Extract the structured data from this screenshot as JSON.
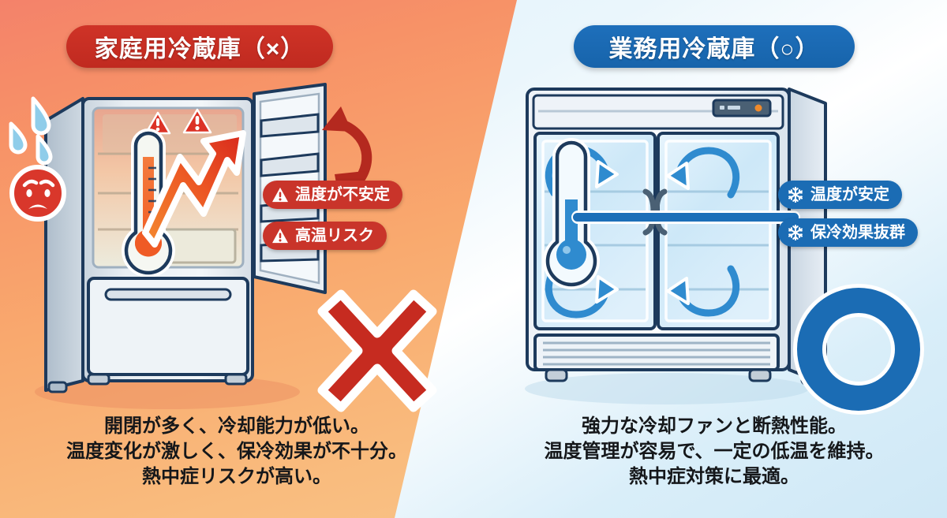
{
  "page": {
    "title_left": "家庭用冷蔵庫（×）",
    "title_right": "業務用冷蔵庫（○）"
  },
  "colors": {
    "left_accent": "#c9342a",
    "right_accent": "#1b6cb4",
    "left_bg_start": "#f4826a",
    "left_bg_end": "#f8c98e",
    "right_bg_start": "#dff0fa",
    "right_bg_end": "#cfe8f6",
    "mark_x": "#c62b20",
    "mark_o": "#1b6cb4",
    "thermo_hot": "#ef5b25",
    "thermo_cold": "#2a8fd4",
    "fridge_outline": "#1d3a5c",
    "fridge_body": "#dfe6ec"
  },
  "left_panel": {
    "badge_label": "家庭用冷蔵庫（×）",
    "verdict_icon": "x-mark-icon",
    "mood_icon": "sad-face-icon",
    "sweat_icon": "sweat-drop-icon",
    "pills": [
      {
        "icon": "warning-triangle-icon",
        "label": "温度が不安定"
      },
      {
        "icon": "warning-triangle-icon",
        "label": "高温リスク"
      }
    ],
    "illustration": {
      "name": "home-refrigerator-illustration",
      "thermometer_icon": "thermometer-rising-icon",
      "trend_icon": "zigzag-up-arrow-icon",
      "door_icon": "door-swing-arrow-icon",
      "inside_warning_icon": "warning-triangle-icon"
    },
    "caption_lines": [
      "開閉が多く、冷却能力が低い。",
      "温度変化が激しく、保冷効果が不十分。",
      "熱中症リスクが高い。"
    ]
  },
  "right_panel": {
    "badge_label": "業務用冷蔵庫（○）",
    "verdict_icon": "o-mark-icon",
    "pills": [
      {
        "icon": "snowflake-icon",
        "label": "温度が安定"
      },
      {
        "icon": "snowflake-icon",
        "label": "保冷効果抜群"
      }
    ],
    "illustration": {
      "name": "commercial-refrigerator-illustration",
      "thermometer_icon": "thermometer-steady-icon",
      "airflow_icon": "circulating-airflow-arrow-icon",
      "control_panel_icon": "control-panel-icon",
      "vent_icon": "vent-grille-icon"
    },
    "caption_lines": [
      "強力な冷却ファンと断熱性能。",
      "温度管理が容易で、一定の低温を維持。",
      "熱中症対策に最適。"
    ]
  }
}
